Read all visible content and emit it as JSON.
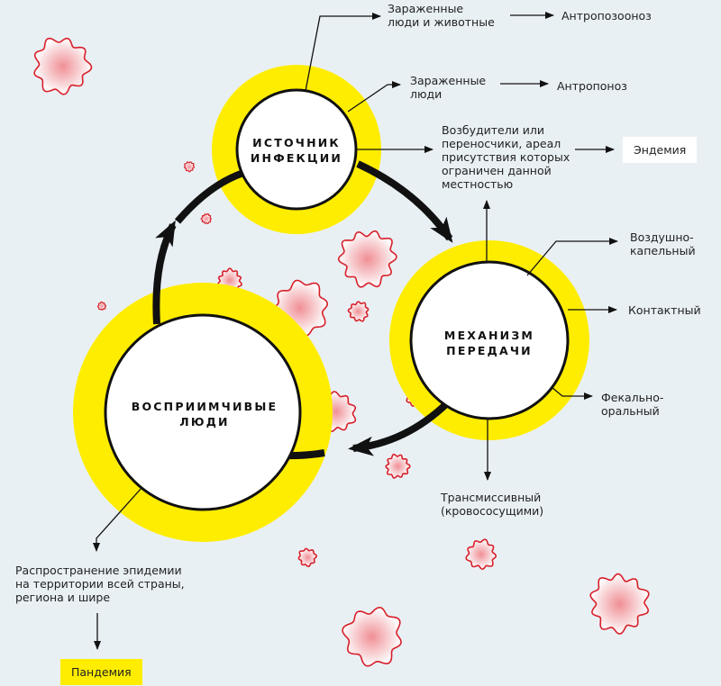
{
  "colors": {
    "background": "#e9f0f4",
    "halo": "#ffed00",
    "node_fill": "#ffffff",
    "line": "#111111",
    "germ_stroke": "#d7202a",
    "germ_fill": "#f08a90"
  },
  "nodes": {
    "source": "ИСТОЧНИК\nИНФЕКЦИИ",
    "mechanism": "МЕХАНИЗМ\nПЕРЕДАЧИ",
    "susceptible": "ВОСПРИИМЧИВЫЕ\nЛЮДИ"
  },
  "source_branches": {
    "infected_people_animals": "Зараженные\nлюди и животные",
    "anthropozoonosis": "Антропозооноз",
    "infected_people": "Зараженные\nлюди",
    "anthroponosis": "Антропоноз",
    "local_pathogens": "Возбудители или\nпереносчики, ареал\nприсутствия которых\nограничен данной\nместностью",
    "endemic": "Эндемия"
  },
  "transmission_routes": {
    "airborne": "Воздушно-\nкапельный",
    "contact": "Контактный",
    "fecal_oral": "Фекально-\nоральный",
    "vector_borne": "Трансмиссивный\n(кровососущими)"
  },
  "susceptible_branch": {
    "spread": "Распространение эпидемии\nна территории всей страны,\nрегиона и шире",
    "pandemic": "Пандемия"
  }
}
